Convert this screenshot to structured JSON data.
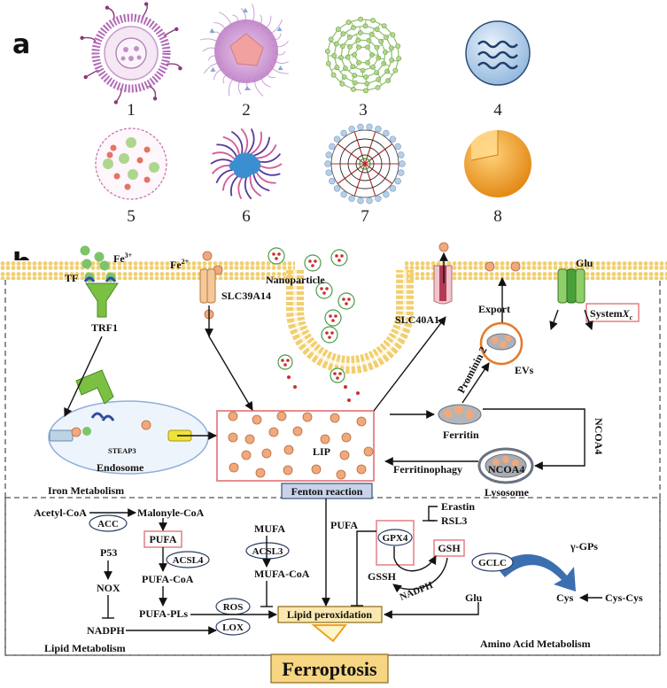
{
  "panels": {
    "a": "a",
    "b": "b"
  },
  "nanoparticle_numbers": [
    "1",
    "2",
    "3",
    "4",
    "5",
    "6",
    "7",
    "8"
  ],
  "membrane": {
    "fe3": "Fe",
    "fe3_sup": "3+",
    "fe2": "Fe",
    "fe2_sup": "2+",
    "tf": "TF",
    "trf1": "TRF1",
    "slc39a14": "SLC39A14",
    "nanoparticle": "Nanoparticle",
    "slc40a1": "SLC40A1",
    "export": "Export",
    "evs": "EVs",
    "glu_top": "Glu",
    "system_xc": "System",
    "system_xc_sub": "X",
    "system_xc_subsub": "c"
  },
  "iron": {
    "steap3": "STEAP3",
    "endosome": "Endosome",
    "iron_metabolism": "Iron Metabolism",
    "lip": "LIP",
    "prominin2": "Prominin 2",
    "ferritin": "Ferritin",
    "ncoa4_side": "NCOA4",
    "ncoa4": "NCOA4",
    "lysosome": "Lysosome",
    "ferritinophagy": "Ferritinophagy",
    "fenton": "Fenton reaction"
  },
  "lipid": {
    "acetyl_coa": "Acetyl-CoA",
    "malonyl_coa": "Malonyle-CoA",
    "acc": "ACC",
    "pufa_box": "PUFA",
    "acsl4": "ACSL4",
    "p53": "P53",
    "pufa_coa": "PUFA-CoA",
    "nox": "NOX",
    "pufa_pls": "PUFA-PLs",
    "nadph": "NADPH",
    "ros": "ROS",
    "lox": "LOX",
    "lipid_metabolism": "Lipid Metabolism",
    "mufa": "MUFA",
    "acsl3": "ACSL3",
    "mufa_coa": "MUFA-CoA",
    "pufa": "PUFA",
    "lipid_peroxidation": "Lipid peroxidation"
  },
  "amino": {
    "erastin": "Erastin",
    "rsl3": "RSL3",
    "gpx4": "GPX4",
    "gssh": "GSSH",
    "gsh": "GSH",
    "nadph": "NADPH",
    "gclc": "GCLC",
    "gamma_gps": "γ-GPs",
    "cys": "Cys",
    "cys_cys": "Cys-Cys",
    "glu": "Glu",
    "amino_acid_metabolism": "Amino Acid Metabolism"
  },
  "outcome": {
    "ferroptosis": "Ferroptosis"
  },
  "colors": {
    "membrane": "#f2cf6e",
    "iron_ion": "#f0a97c",
    "fe3_ion": "#7cc46a",
    "red_box": "#e57f82",
    "fenton_box": "#c8d3e8",
    "lipid_box": "#fbe8b0",
    "ferroptosis_box": "#f6d583",
    "arrow_fill": "#fff6c8",
    "gclc_arrow": "#3b6fb0",
    "dashed": "#555555"
  }
}
